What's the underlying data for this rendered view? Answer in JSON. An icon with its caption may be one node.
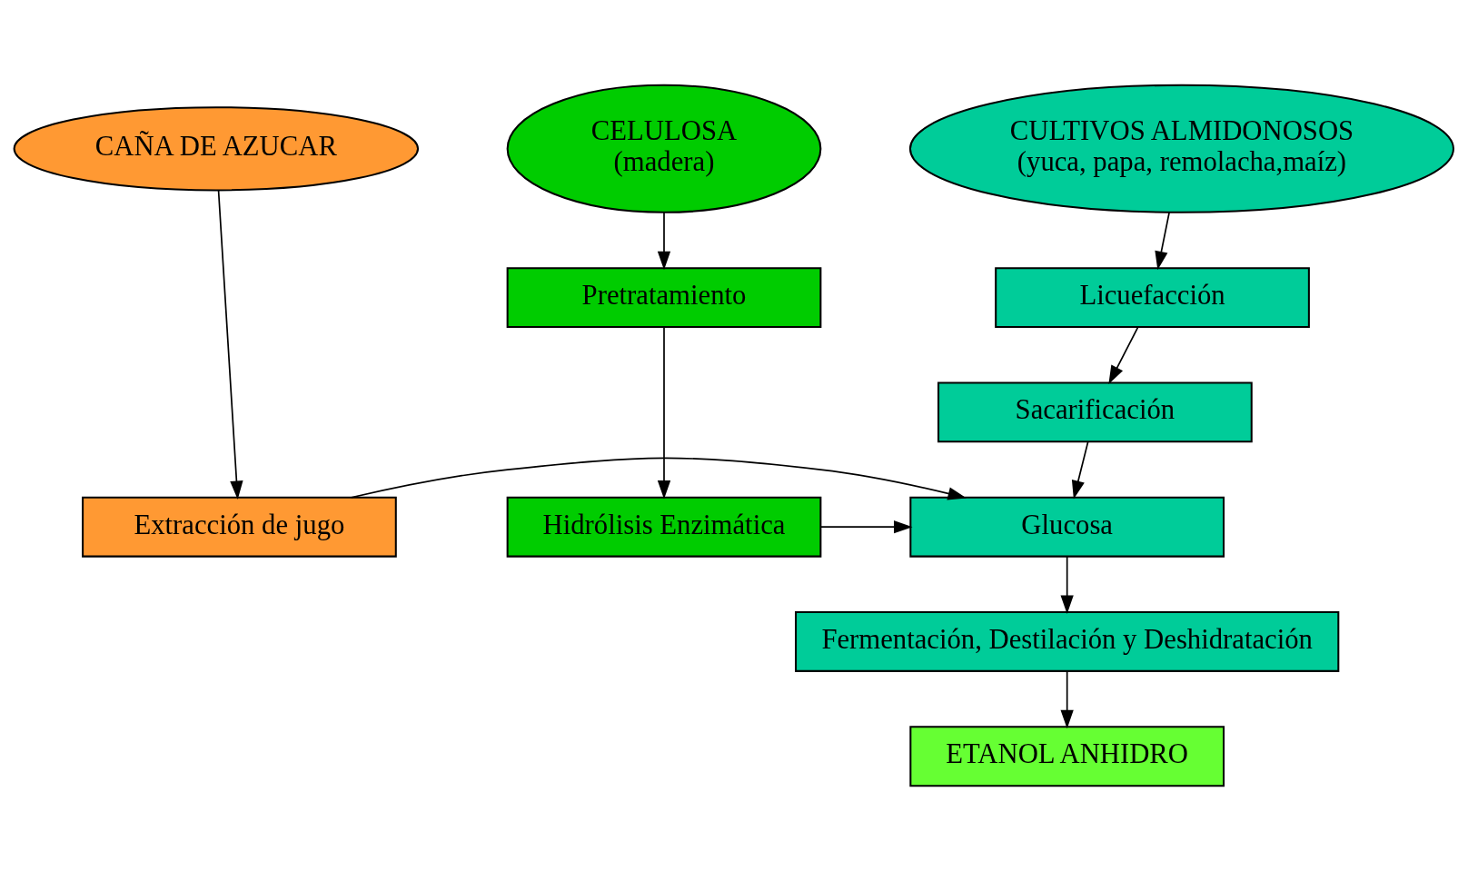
{
  "diagram": {
    "nodes": [
      {
        "text": [
          "CAÑA DE AZUCAR"
        ]
      },
      {
        "text": [
          "CULTIVOS ALMIDONOSOS",
          "(yuca, papa, remolacha,maíz)"
        ]
      },
      {
        "text": [
          "CELULOSA",
          "(madera)"
        ]
      },
      {
        "text": [
          "Licuefacción"
        ]
      },
      {
        "text": [
          "Pretratamiento"
        ]
      },
      {
        "text": [
          "Sacarificación"
        ]
      },
      {
        "text": [
          "Extracción de jugo"
        ]
      },
      {
        "text": [
          "Glucosa"
        ]
      },
      {
        "text": [
          "Hidrólisis Enzimática"
        ]
      },
      {
        "text": [
          "Fermentación, Destilación y Deshidratación"
        ]
      },
      {
        "text": [
          "ETANOL ANHIDRO"
        ]
      }
    ],
    "edges": [
      {
        "from": 0,
        "to": 6,
        "arrow": "to"
      },
      {
        "from": 1,
        "to": 3,
        "arrow": "to"
      },
      {
        "from": 2,
        "to": 4,
        "arrow": "to"
      },
      {
        "from": 3,
        "to": 5,
        "arrow": "to"
      },
      {
        "from": 5,
        "to": 7,
        "arrow": "to"
      },
      {
        "from": 4,
        "to": 8,
        "arrow": "to"
      },
      {
        "from": 6,
        "to": 7,
        "arrow": "to"
      },
      {
        "from": 8,
        "to": 7,
        "arrow": "to"
      },
      {
        "from": 7,
        "to": 9,
        "arrow": "to"
      },
      {
        "from": 9,
        "to": 10,
        "arrow": "to"
      }
    ]
  }
}
